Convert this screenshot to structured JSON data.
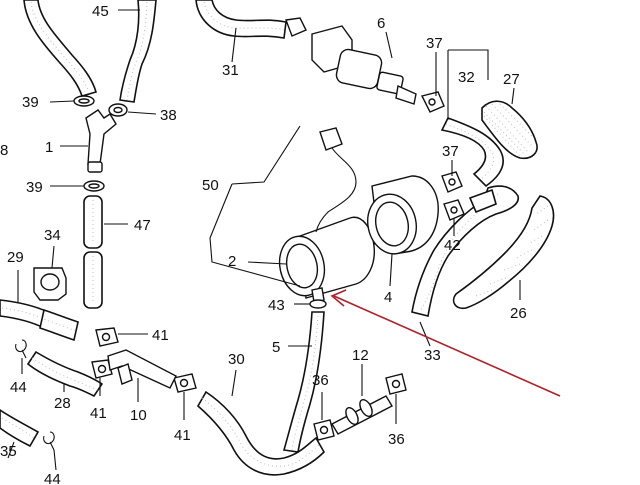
{
  "labels": {
    "n45": "45",
    "n31": "31",
    "n6": "6",
    "n37a": "37",
    "n32": "32",
    "n27": "27",
    "n39a": "39",
    "n38": "38",
    "n8": "8",
    "n1": "1",
    "n37b": "37",
    "n50": "50",
    "n39b": "39",
    "n47": "47",
    "n42": "42",
    "n34": "34",
    "n29": "29",
    "n2": "2",
    "n4": "4",
    "n43": "43",
    "n26": "26",
    "n41a": "41",
    "n5": "5",
    "n33": "33",
    "n44a": "44",
    "n30": "30",
    "n12": "12",
    "n28": "28",
    "n36a": "36",
    "n41b": "41",
    "n10": "10",
    "n41c": "41",
    "n36b": "36",
    "n35": "35",
    "n44b": "44"
  },
  "colors": {
    "ink": "#111111",
    "arrow": "#b0202a",
    "background": "#ffffff"
  }
}
